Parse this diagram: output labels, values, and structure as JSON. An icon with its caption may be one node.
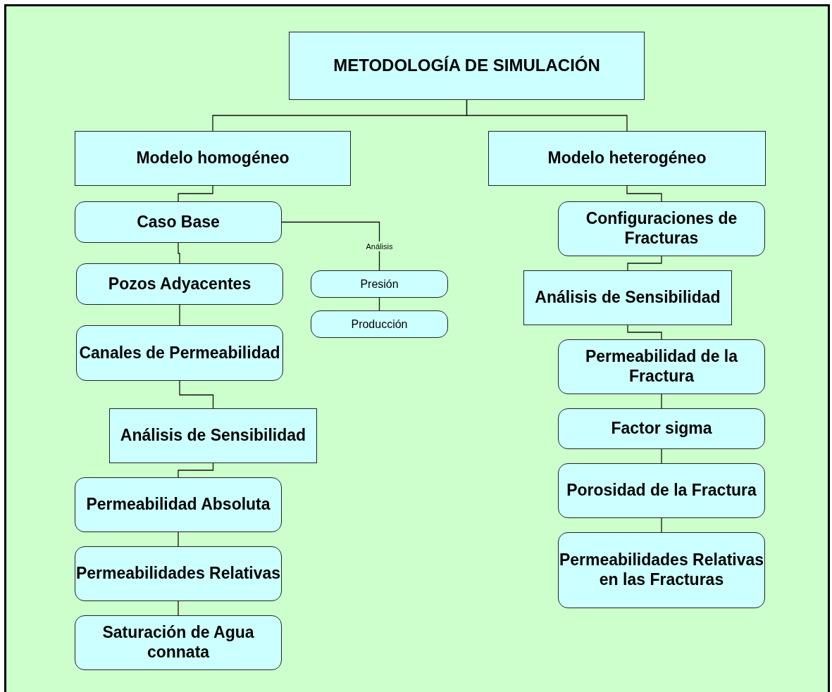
{
  "diagram": {
    "nodes": [
      {
        "text": [
          "METODOLOGÍA DE SIMULACIÓN"
        ]
      },
      {
        "text": [
          "Modelo homogéneo"
        ]
      },
      {
        "text": [
          "Modelo heterogéneo"
        ]
      },
      {
        "text": [
          "Caso Base"
        ]
      },
      {
        "text": [
          "Pozos Adyacentes"
        ]
      },
      {
        "text": [
          "Canales de Permeabilidad"
        ]
      },
      {
        "text": [
          "Análisis de Sensibilidad"
        ]
      },
      {
        "text": [
          "Permeabilidad Absoluta"
        ]
      },
      {
        "text": [
          "Permeabilidades Relativas"
        ]
      },
      {
        "text": [
          "Saturación de Agua connata"
        ]
      },
      {
        "text": [
          "Presión"
        ]
      },
      {
        "text": [
          "Producción"
        ]
      },
      {
        "text": [
          "Configuraciones de Fracturas"
        ]
      },
      {
        "text": [
          "Análisis de Sensibilidad"
        ]
      },
      {
        "text": [
          "Permeabilidad de la Fractura"
        ]
      },
      {
        "text": [
          "Factor sigma"
        ]
      },
      {
        "text": [
          "Porosidad de la Fractura"
        ]
      },
      {
        "text": [
          "Permeabilidades Relativas en las Fracturas"
        ]
      }
    ],
    "edges": [
      {
        "from": 0,
        "to": 1,
        "arrow": "none"
      },
      {
        "from": 0,
        "to": 2,
        "arrow": "none"
      },
      {
        "from": 1,
        "to": 3,
        "arrow": "none"
      },
      {
        "from": 3,
        "to": 4,
        "arrow": "none"
      },
      {
        "from": 4,
        "to": 5,
        "arrow": "none"
      },
      {
        "from": 5,
        "to": 6,
        "arrow": "none"
      },
      {
        "from": 6,
        "to": 7,
        "arrow": "none"
      },
      {
        "from": 7,
        "to": 8,
        "arrow": "none"
      },
      {
        "from": 8,
        "to": 9,
        "arrow": "none"
      },
      {
        "from": 3,
        "to": 10,
        "label": "Análisis",
        "arrow": "none"
      },
      {
        "from": 10,
        "to": 11,
        "arrow": "none"
      },
      {
        "from": 2,
        "to": 12,
        "arrow": "none"
      },
      {
        "from": 12,
        "to": 13,
        "arrow": "none"
      },
      {
        "from": 13,
        "to": 14,
        "arrow": "none"
      },
      {
        "from": 14,
        "to": 15,
        "arrow": "none"
      },
      {
        "from": 15,
        "to": 16,
        "arrow": "none"
      },
      {
        "from": 16,
        "to": 17,
        "arrow": "none"
      }
    ]
  }
}
